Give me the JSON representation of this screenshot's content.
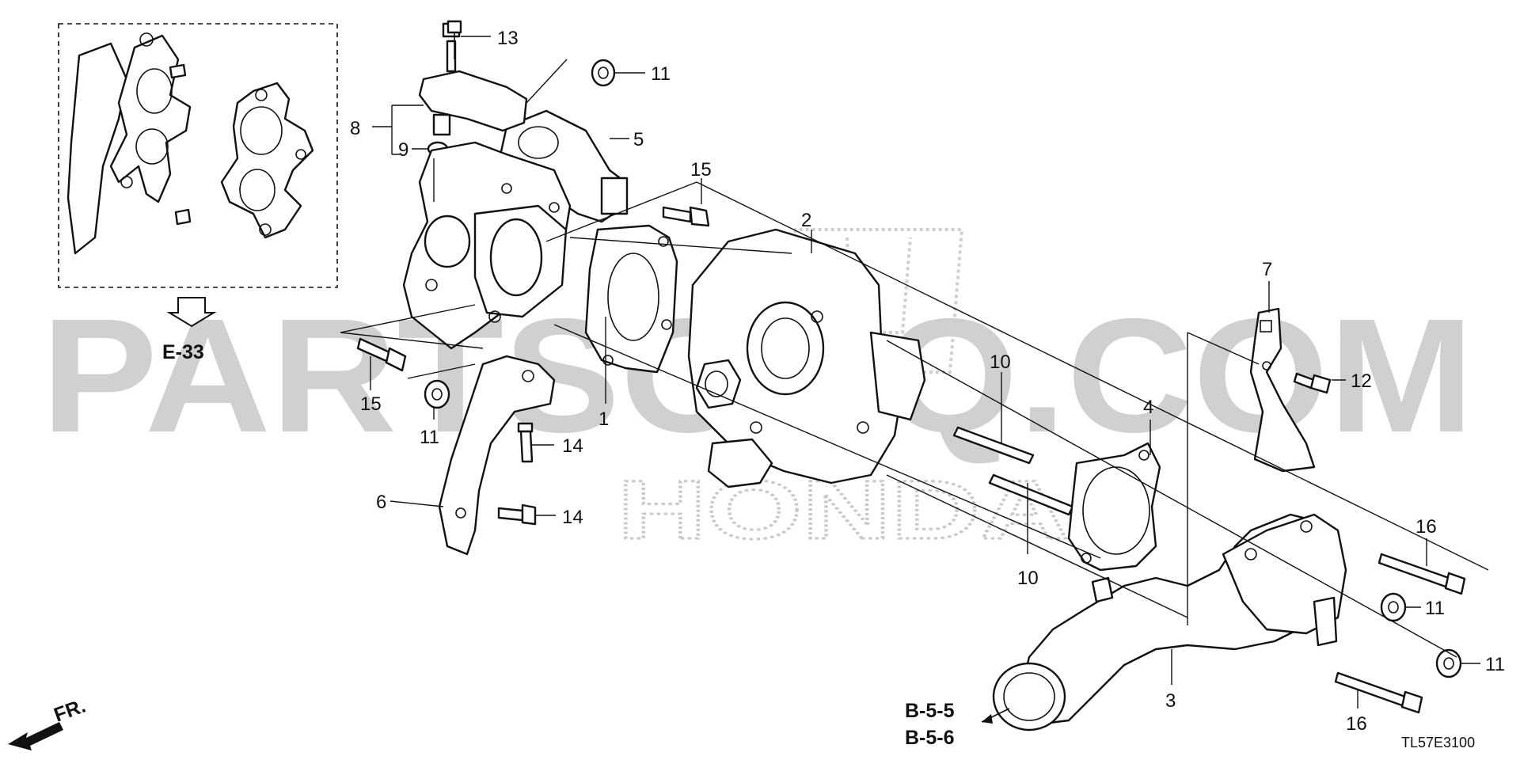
{
  "watermark": {
    "main": "PARTSOUQ.COM",
    "sub": "HONDA"
  },
  "diagram_code": "TL57E3100",
  "references": {
    "inset_ref": "E-33",
    "bottom_ref_1": "B-5-5",
    "bottom_ref_2": "B-5-6",
    "front_label": "FR."
  },
  "callouts": {
    "c1": "1",
    "c2": "2",
    "c3": "3",
    "c4": "4",
    "c5": "5",
    "c6": "6",
    "c7": "7",
    "c8": "8",
    "c9": "9",
    "c10a": "10",
    "c10b": "10",
    "c11a": "11",
    "c11b": "11",
    "c11c": "11",
    "c11d": "11",
    "c12": "12",
    "c13": "13",
    "c14a": "14",
    "c14b": "14",
    "c15a": "15",
    "c15b": "15",
    "c16a": "16",
    "c16b": "16"
  }
}
